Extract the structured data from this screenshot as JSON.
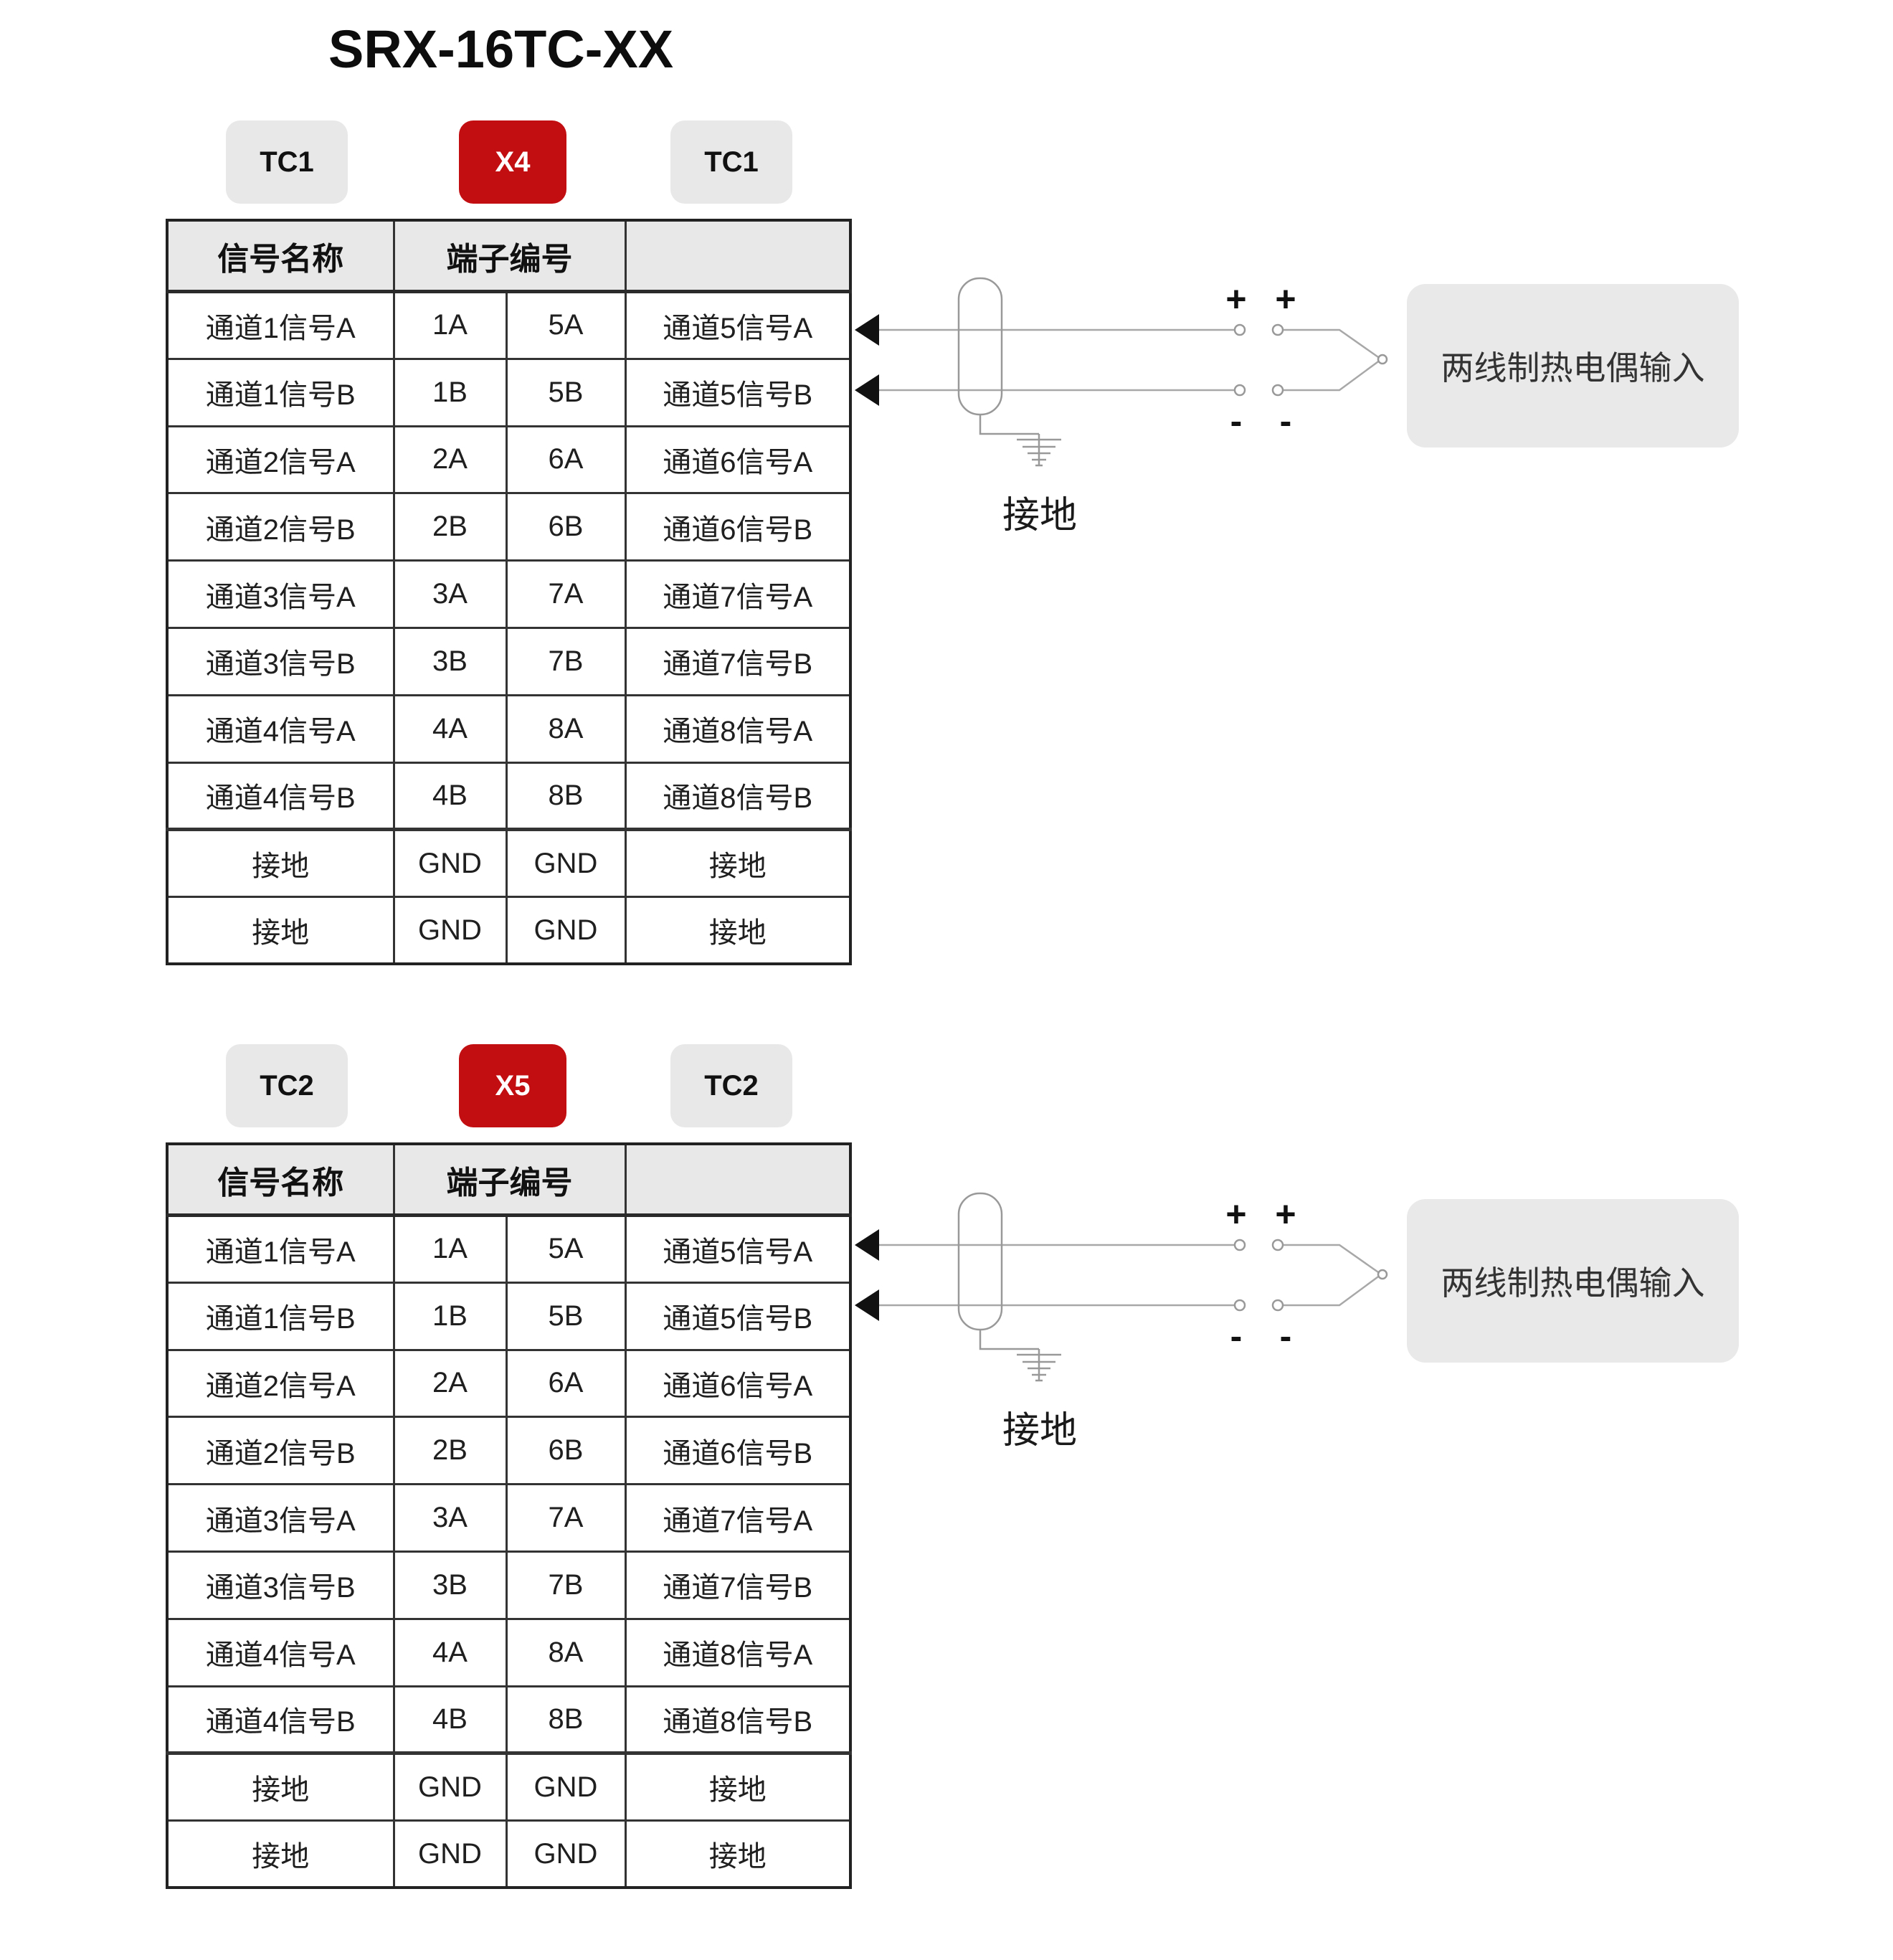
{
  "title": "SRX-16TC-XX",
  "colors": {
    "accent_red": "#c20d11",
    "badge_gray": "#e8e8e8",
    "box_gray": "#e9e9e9",
    "table_border": "#333333",
    "wire_gray": "#a8a8a8",
    "text_dark": "#1f1f1f"
  },
  "sections": [
    {
      "badges": [
        {
          "label": "TC1",
          "variant": "gray"
        },
        {
          "label": "X4",
          "variant": "red"
        },
        {
          "label": "TC1",
          "variant": "gray"
        }
      ],
      "table": {
        "headers": [
          "信号名称",
          "端子编号",
          ""
        ],
        "rows": [
          [
            "通道1信号A",
            "1A",
            "5A",
            "通道5信号A"
          ],
          [
            "通道1信号B",
            "1B",
            "5B",
            "通道5信号B"
          ],
          [
            "通道2信号A",
            "2A",
            "6A",
            "通道6信号A"
          ],
          [
            "通道2信号B",
            "2B",
            "6B",
            "通道6信号B"
          ],
          [
            "通道3信号A",
            "3A",
            "7A",
            "通道7信号A"
          ],
          [
            "通道3信号B",
            "3B",
            "7B",
            "通道7信号B"
          ],
          [
            "通道4信号A",
            "4A",
            "8A",
            "通道8信号A"
          ],
          [
            "通道4信号B",
            "4B",
            "8B",
            "通道8信号B"
          ],
          [
            "接地",
            "GND",
            "GND",
            "接地"
          ],
          [
            "接地",
            "GND",
            "GND",
            "接地"
          ]
        ]
      },
      "schematic": {
        "plus": "+",
        "minus": "-",
        "ground_label": "接地",
        "box_label": "两线制热电偶输入"
      }
    },
    {
      "badges": [
        {
          "label": "TC2",
          "variant": "gray"
        },
        {
          "label": "X5",
          "variant": "red"
        },
        {
          "label": "TC2",
          "variant": "gray"
        }
      ],
      "table": {
        "headers": [
          "信号名称",
          "端子编号",
          ""
        ],
        "rows": [
          [
            "通道1信号A",
            "1A",
            "5A",
            "通道5信号A"
          ],
          [
            "通道1信号B",
            "1B",
            "5B",
            "通道5信号B"
          ],
          [
            "通道2信号A",
            "2A",
            "6A",
            "通道6信号A"
          ],
          [
            "通道2信号B",
            "2B",
            "6B",
            "通道6信号B"
          ],
          [
            "通道3信号A",
            "3A",
            "7A",
            "通道7信号A"
          ],
          [
            "通道3信号B",
            "3B",
            "7B",
            "通道7信号B"
          ],
          [
            "通道4信号A",
            "4A",
            "8A",
            "通道8信号A"
          ],
          [
            "通道4信号B",
            "4B",
            "8B",
            "通道8信号B"
          ],
          [
            "接地",
            "GND",
            "GND",
            "接地"
          ],
          [
            "接地",
            "GND",
            "GND",
            "接地"
          ]
        ]
      },
      "schematic": {
        "plus": "+",
        "minus": "-",
        "ground_label": "接地",
        "box_label": "两线制热电偶输入"
      }
    }
  ]
}
